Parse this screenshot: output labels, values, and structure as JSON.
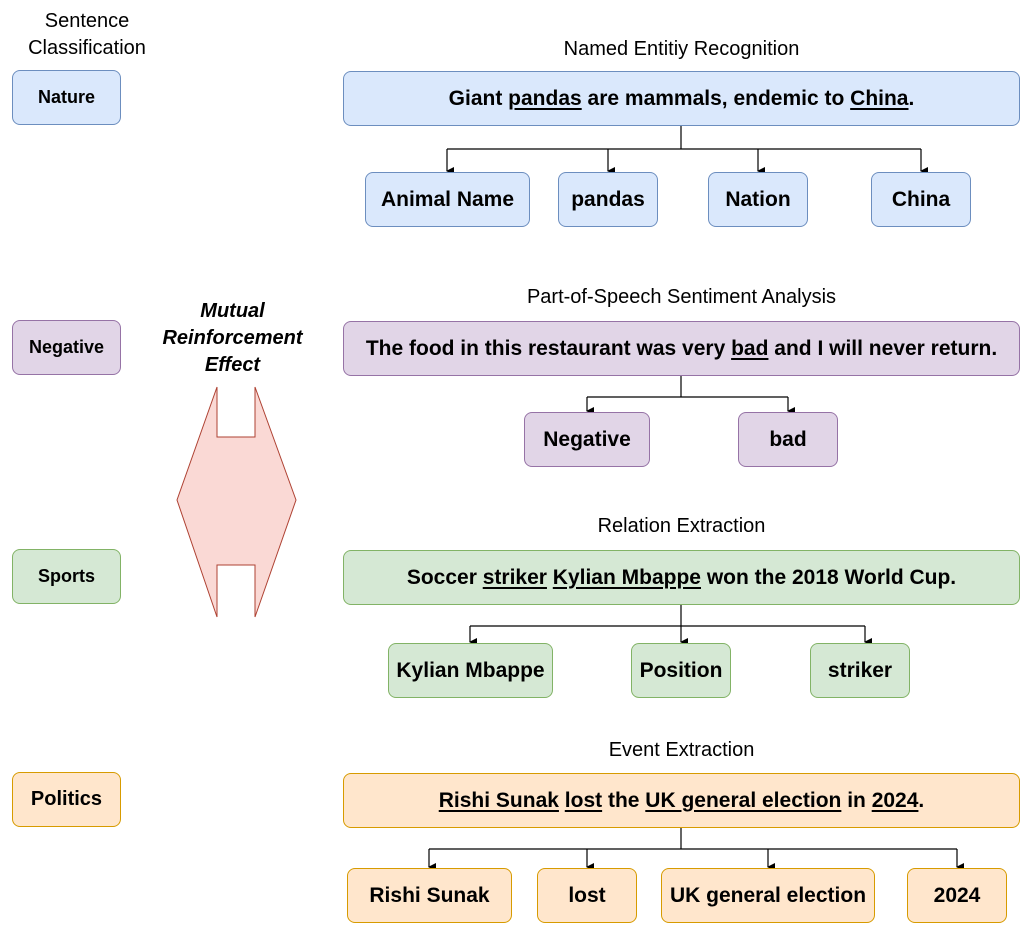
{
  "classification_title": "Sentence\nClassification",
  "mutual_effect": "Mutual\nReinforcement\nEffect",
  "colors": {
    "blue_fill": "#dae8fc",
    "blue_stroke": "#6c8ebf",
    "purple_fill": "#e1d5e7",
    "purple_stroke": "#9673a6",
    "green_fill": "#d5e8d4",
    "green_stroke": "#82b366",
    "orange_fill": "#ffe6cc",
    "orange_stroke": "#d79b00",
    "arrow_fill": "#fad9d5",
    "arrow_stroke": "#ae4132"
  },
  "rows": [
    {
      "category": "Nature",
      "task": "Named Entitiy Recognition",
      "sentence": [
        {
          "t": "Giant ",
          "u": false
        },
        {
          "t": "pandas",
          "u": true
        },
        {
          "t": " are mammals, endemic to ",
          "u": false
        },
        {
          "t": "China",
          "u": true
        },
        {
          "t": ".",
          "u": false
        }
      ],
      "entities": [
        "Animal Name",
        "pandas",
        "Nation",
        "China"
      ]
    },
    {
      "category": "Negative",
      "task": "Part-of-Speech Sentiment Analysis",
      "sentence": [
        {
          "t": "The food in this restaurant was very ",
          "u": false
        },
        {
          "t": "bad",
          "u": true
        },
        {
          "t": " and I will never return.",
          "u": false
        }
      ],
      "entities": [
        "Negative",
        "bad"
      ]
    },
    {
      "category": "Sports",
      "task": "Relation Extraction",
      "sentence": [
        {
          "t": "Soccer ",
          "u": false
        },
        {
          "t": "striker",
          "u": true
        },
        {
          "t": " ",
          "u": false
        },
        {
          "t": "Kylian Mbappe",
          "u": true
        },
        {
          "t": " won the 2018 World Cup.",
          "u": false
        }
      ],
      "entities": [
        "Kylian Mbappe",
        "Position",
        "striker"
      ]
    },
    {
      "category": "Politics",
      "task": "Event Extraction",
      "sentence": [
        {
          "t": "Rishi Sunak",
          "u": true
        },
        {
          "t": " ",
          "u": false
        },
        {
          "t": "lost",
          "u": true
        },
        {
          "t": " the ",
          "u": false
        },
        {
          "t": "UK general election",
          "u": true
        },
        {
          "t": " in ",
          "u": false
        },
        {
          "t": "2024",
          "u": true
        },
        {
          "t": ".",
          "u": false
        }
      ],
      "entities": [
        "Rishi Sunak",
        "lost",
        "UK general election",
        "2024"
      ]
    }
  ]
}
